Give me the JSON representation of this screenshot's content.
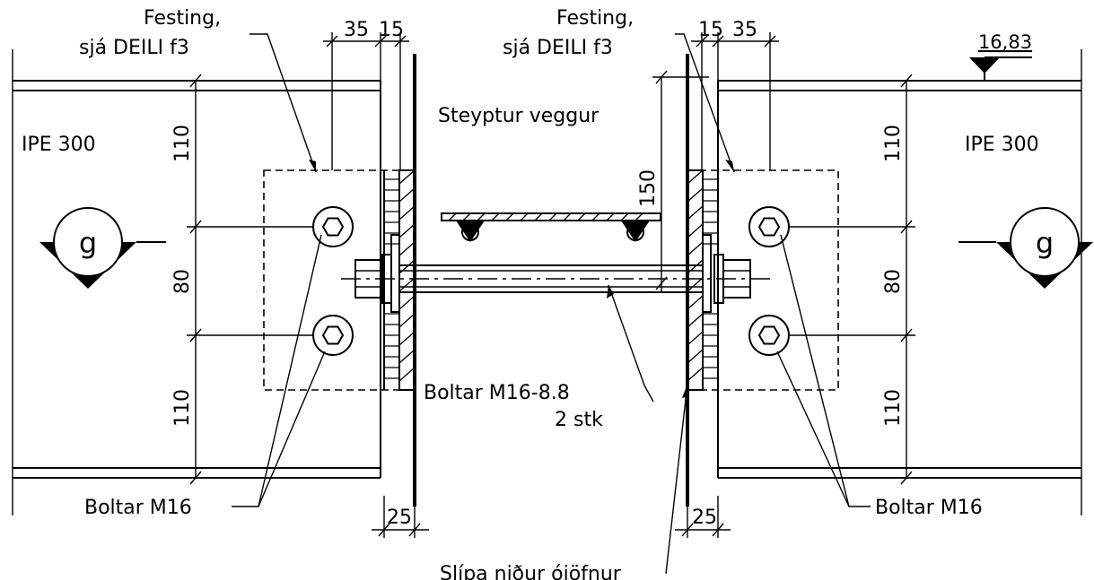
{
  "labels": {
    "festing_left": [
      "Festing,",
      "sjá DEILI f3"
    ],
    "festing_right": [
      "Festing,",
      "sjá DEILI f3"
    ],
    "profile_left": "IPE 300",
    "profile_right": "IPE 300",
    "wall": "Steyptur veggur",
    "bolts_mid": [
      "Boltar M16-8.8",
      "2 stk"
    ],
    "bolts_left": "Boltar M16",
    "bolts_right": "Boltar M16",
    "grind": "Slípa niður ójöfnur",
    "gridmark_left": "g",
    "gridmark_right": "g",
    "elevation": "16,83"
  },
  "dimensions": {
    "top_left": [
      "35",
      "15"
    ],
    "top_right": [
      "15",
      "35"
    ],
    "left_vertical": [
      "110",
      "80",
      "110"
    ],
    "right_vertical": [
      "110",
      "80",
      "110"
    ],
    "middle_vertical": "150",
    "bottom_left": "25",
    "bottom_right": "25"
  }
}
